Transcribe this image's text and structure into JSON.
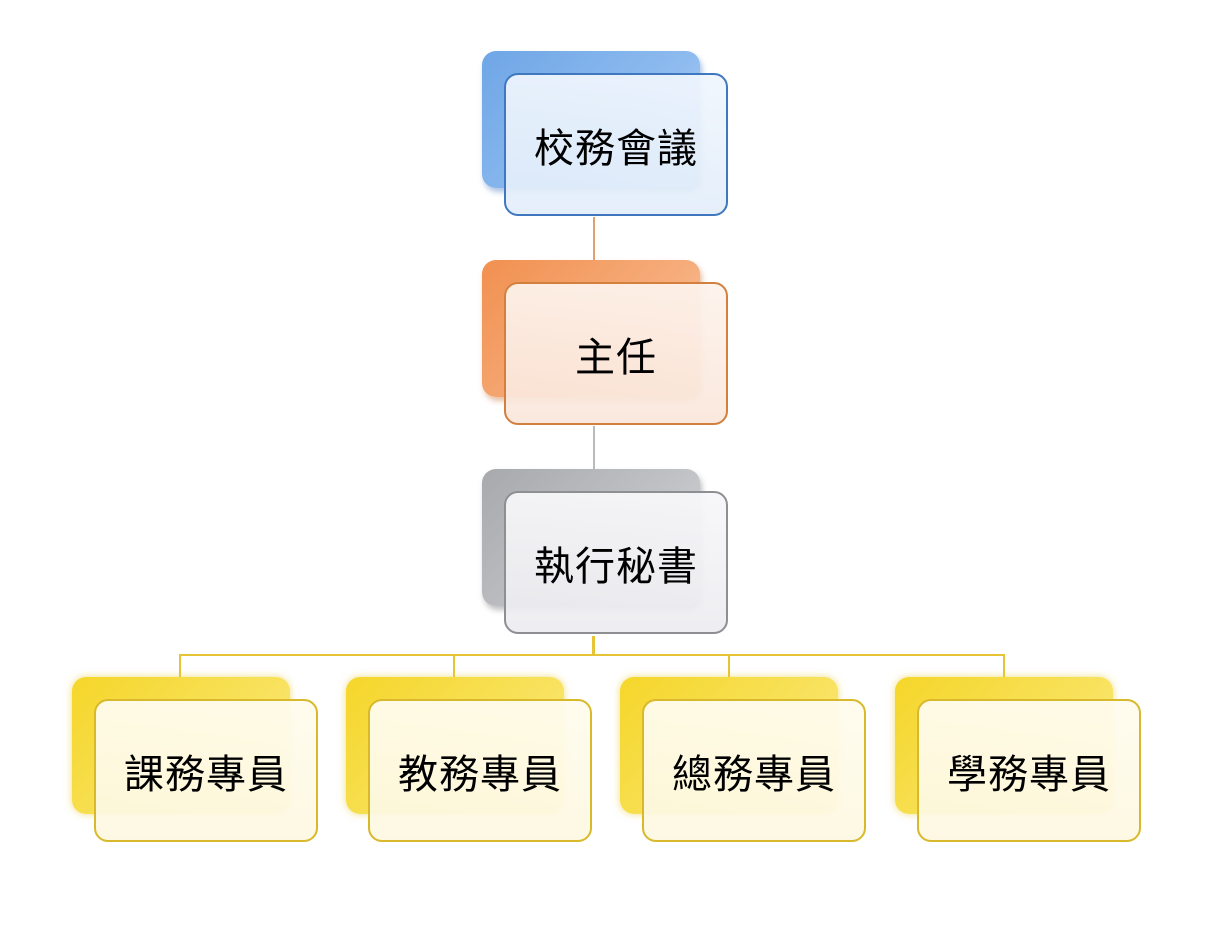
{
  "diagram": {
    "nodes": {
      "council": "校務會議",
      "director": "主任",
      "secretary": "執行秘書",
      "course_officer": "課務專員",
      "academic_officer": "教務專員",
      "general_officer": "總務專員",
      "student_officer": "學務專員"
    },
    "colors": {
      "blue": "#3f78bf",
      "orange": "#d3803f",
      "gray": "#8d8f93",
      "yellow": "#e6c436"
    }
  }
}
